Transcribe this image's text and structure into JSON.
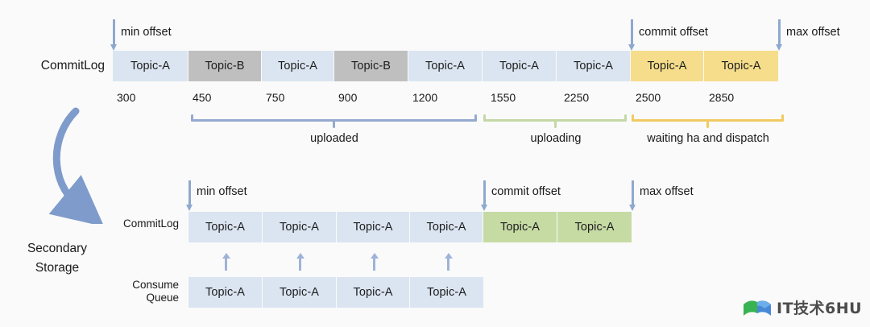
{
  "diagram": {
    "title_primary_row_label": "CommitLog",
    "secondary_section_title": "Secondary\nStorage",
    "primary": {
      "row_label": "CommitLog",
      "cells": [
        {
          "label": "Topic-A",
          "state": "uploaded"
        },
        {
          "label": "Topic-B",
          "state": "uploaded"
        },
        {
          "label": "Topic-A",
          "state": "uploaded"
        },
        {
          "label": "Topic-B",
          "state": "uploaded"
        },
        {
          "label": "Topic-A",
          "state": "uploaded"
        },
        {
          "label": "Topic-A",
          "state": "uploading"
        },
        {
          "label": "Topic-A",
          "state": "uploading"
        },
        {
          "label": "Topic-A",
          "state": "waiting"
        },
        {
          "label": "Topic-A",
          "state": "waiting"
        }
      ],
      "offsets": [
        "300",
        "450",
        "750",
        "900",
        "1200",
        "1550",
        "2250",
        "2500",
        "2850"
      ],
      "markers": [
        {
          "name": "min-offset",
          "label": "min offset"
        },
        {
          "name": "commit-offset",
          "label": "commit offset"
        },
        {
          "name": "max-offset",
          "label": "max offset"
        }
      ],
      "brackets": [
        {
          "name": "uploaded",
          "label": "uploaded",
          "color": "#94a9cf"
        },
        {
          "name": "uploading",
          "label": "uploading",
          "color": "#c3d8a6"
        },
        {
          "name": "waiting-ha-and-dispatch",
          "label": "waiting ha and dispatch",
          "color": "#f0ca62"
        }
      ]
    },
    "secondary": {
      "commitlog": {
        "row_label": "CommitLog",
        "cells": [
          {
            "label": "Topic-A",
            "state": "synced"
          },
          {
            "label": "Topic-A",
            "state": "synced"
          },
          {
            "label": "Topic-A",
            "state": "synced"
          },
          {
            "label": "Topic-A",
            "state": "synced"
          },
          {
            "label": "Topic-A",
            "state": "pending"
          },
          {
            "label": "Topic-A",
            "state": "pending"
          }
        ],
        "markers": [
          {
            "name": "min-offset",
            "label": "min offset"
          },
          {
            "name": "commit-offset",
            "label": "commit offset"
          },
          {
            "name": "max-offset",
            "label": "max offset"
          }
        ]
      },
      "consume_queue": {
        "row_label": "Consume\nQueue",
        "cells": [
          {
            "label": "Topic-A"
          },
          {
            "label": "Topic-A"
          },
          {
            "label": "Topic-A"
          },
          {
            "label": "Topic-A"
          }
        ]
      }
    },
    "watermark": {
      "text": "IT技术6HU"
    },
    "colors": {
      "cell_blue": "#dbe5f1",
      "cell_gray": "#bfbfbf",
      "cell_yellow": "#f5dd8b",
      "cell_green": "#c6dba4",
      "arrow": "#8ea9d0",
      "background": "#fafafa"
    }
  }
}
